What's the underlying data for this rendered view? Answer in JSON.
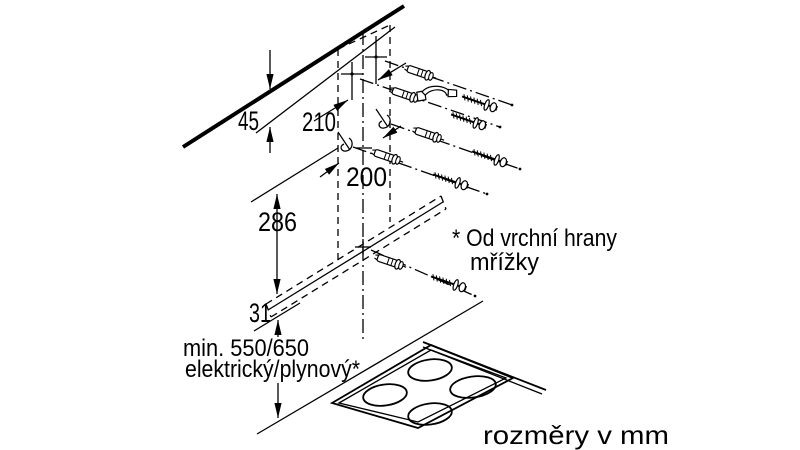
{
  "diagram": {
    "background": "#ffffff",
    "ink": "#000000",
    "dimensions": {
      "ceiling_offset": "45",
      "upper_holes_spacing": "210",
      "hook_spacing": "200",
      "bracket_to_hood": "286",
      "hood_flange": "31",
      "min_hob_clearance": "min. 550/650",
      "min_hob_clearance_note": "elektrický/plynový*"
    },
    "footnote": {
      "line1": "* Od vrchní hrany",
      "line2": "mřížky"
    },
    "footer": "rozměry v mm"
  }
}
